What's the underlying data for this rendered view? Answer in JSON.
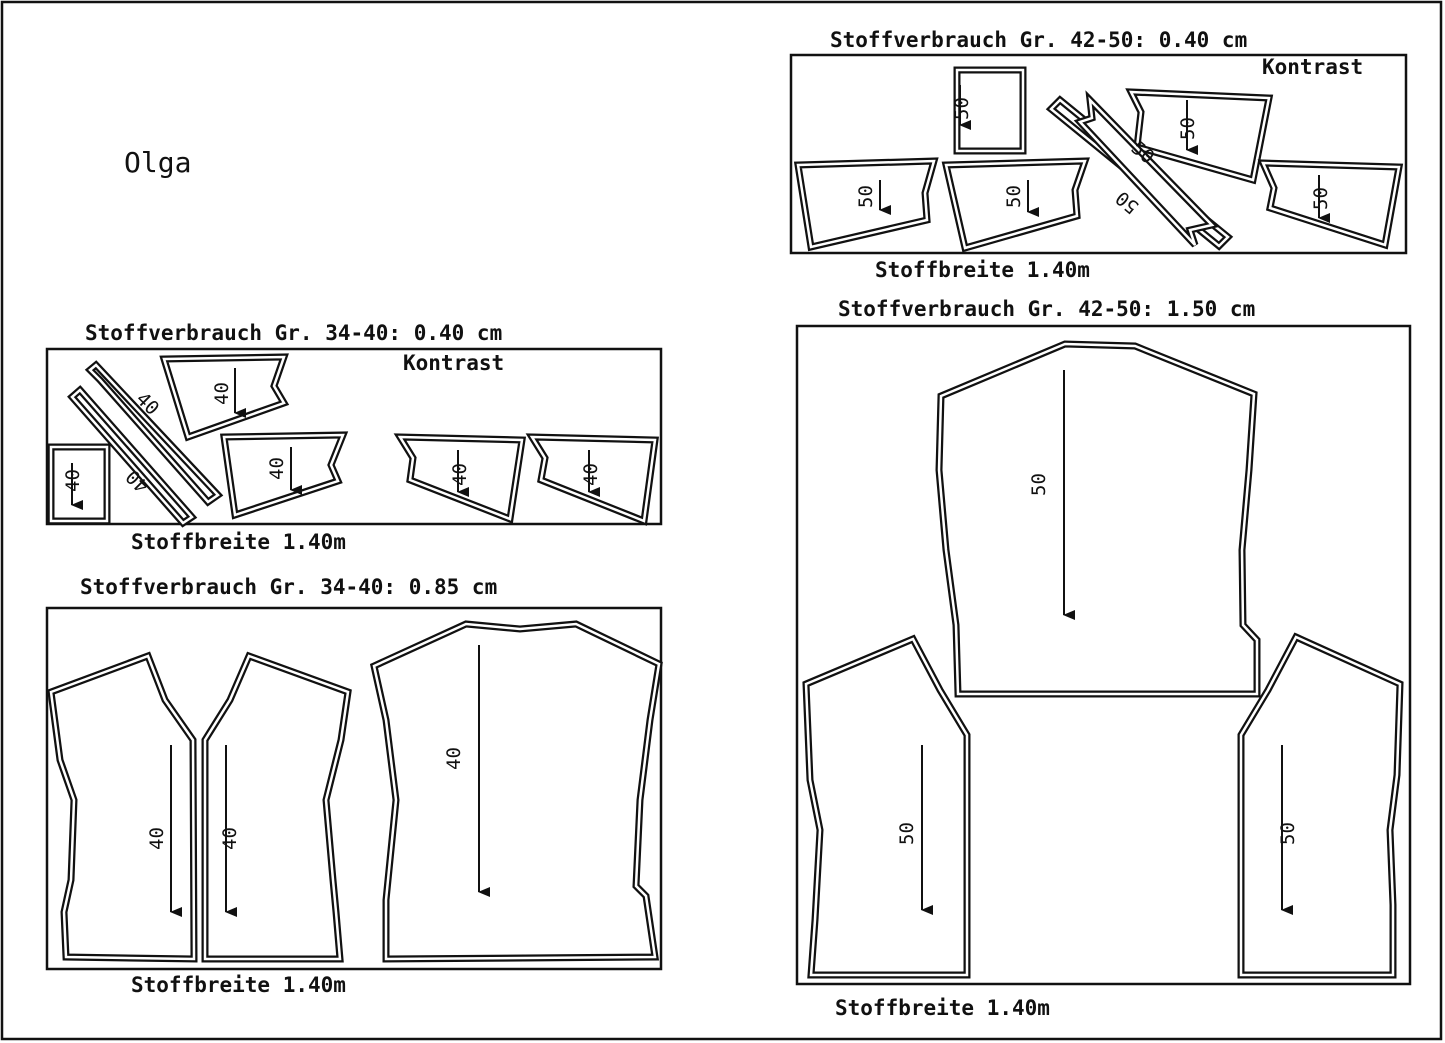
{
  "model_name": "Olga",
  "layouts": [
    {
      "title": "Stoffverbrauch Gr. 42-50: 0.40 cm",
      "note": "Kontrast",
      "width_label": "Stoffbreite 1.40m"
    },
    {
      "title": "Stoffverbrauch Gr. 34-40: 0.40 cm",
      "note": "Kontrast",
      "width_label": "Stoffbreite 1.40m"
    },
    {
      "title": "Stoffverbrauch Gr. 34-40: 0.85 cm",
      "width_label": "Stoffbreite 1.40m"
    },
    {
      "title": "Stoffverbrauch Gr. 42-50: 1.50 cm",
      "width_label": "Stoffbreite 1.40m"
    }
  ],
  "size_labels": {
    "large": "50",
    "small": "40"
  },
  "colors": {
    "line": "#111111",
    "background": "#ffffff"
  }
}
